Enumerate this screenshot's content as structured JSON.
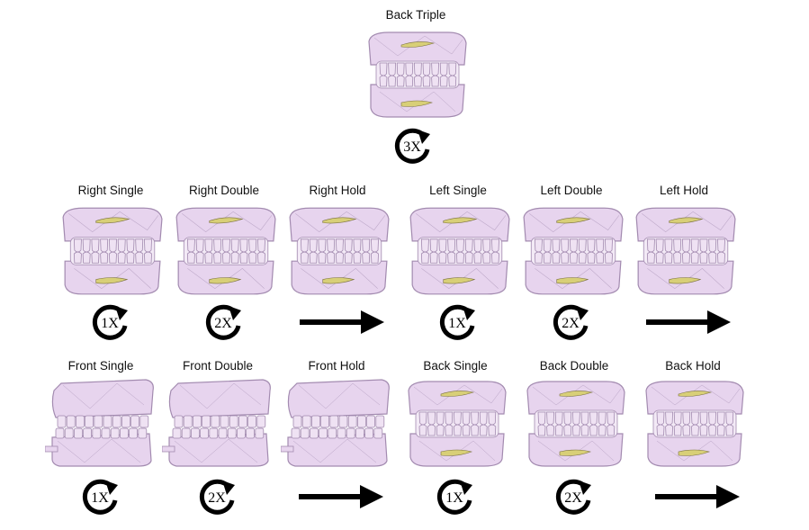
{
  "colors": {
    "model_fill": "#e7d4ee",
    "model_line": "#a38bb0",
    "accent": "#d8cf77",
    "ink": "#000000"
  },
  "top": {
    "label": "Back Triple",
    "badge": "3X",
    "view": "back"
  },
  "row1": [
    {
      "label": "Right Single",
      "badge": "1X",
      "gesture": "rotate",
      "view": "back"
    },
    {
      "label": "Right Double",
      "badge": "2X",
      "gesture": "rotate",
      "view": "back"
    },
    {
      "label": "Right Hold",
      "badge": "",
      "gesture": "arrow",
      "view": "back"
    },
    {
      "label": "Left Single",
      "badge": "1X",
      "gesture": "rotate",
      "view": "back"
    },
    {
      "label": "Left Double",
      "badge": "2X",
      "gesture": "rotate",
      "view": "back"
    },
    {
      "label": "Left Hold",
      "badge": "",
      "gesture": "arrow",
      "view": "back"
    }
  ],
  "row2": [
    {
      "label": "Front Single",
      "badge": "1X",
      "gesture": "rotate",
      "view": "side"
    },
    {
      "label": "Front Double",
      "badge": "2X",
      "gesture": "rotate",
      "view": "side"
    },
    {
      "label": "Front Hold",
      "badge": "",
      "gesture": "arrow",
      "view": "side"
    },
    {
      "label": "Back Single",
      "badge": "1X",
      "gesture": "rotate",
      "view": "back"
    },
    {
      "label": "Back Double",
      "badge": "2X",
      "gesture": "rotate",
      "view": "back"
    },
    {
      "label": "Back Hold",
      "badge": "",
      "gesture": "arrow",
      "view": "back"
    }
  ]
}
